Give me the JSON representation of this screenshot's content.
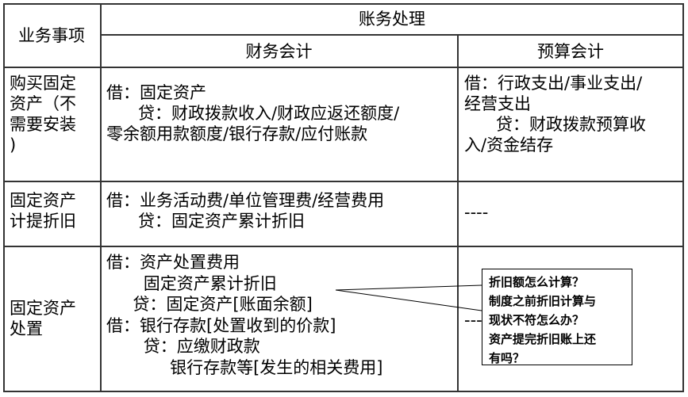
{
  "header": {
    "item": "业务事项",
    "processing": "账务处理",
    "financial": "财务会计",
    "budget": "预算会计"
  },
  "rows": [
    {
      "item": [
        "购买固定",
        "资产（不",
        "需要安装",
        ")"
      ],
      "financial": [
        "借：固定资产",
        "      贷：财政拨款收入/财政应返还额度/",
        "零余额用款额度/银行存款/应付账款"
      ],
      "budget": [
        "借：行政支出/事业支出/",
        "经营支出",
        "      贷：财政拨款预算收",
        "入/资金结存"
      ]
    },
    {
      "item": [
        "固定资产",
        "计提折旧"
      ],
      "financial": [
        "借：业务活动费/单位管理费/经营费用",
        "      贷：固定资产累计折旧"
      ],
      "budget": [
        "----"
      ]
    },
    {
      "item": [
        "固定资产",
        "处置"
      ],
      "financial": [
        "借：资产处置费用",
        "       固定资产累计折旧",
        "     贷：固定资产[账面余额]",
        "借：银行存款[处置收到的价款]",
        "       贷：应缴财政款",
        "            银行存款等[发生的相关费用]"
      ],
      "budget": [
        "----"
      ]
    }
  ],
  "callout": [
    "折旧额怎么计算？",
    "制度之前折旧计算与",
    "现状不符怎么办？",
    "资产提完折旧账上还",
    "有吗？"
  ]
}
